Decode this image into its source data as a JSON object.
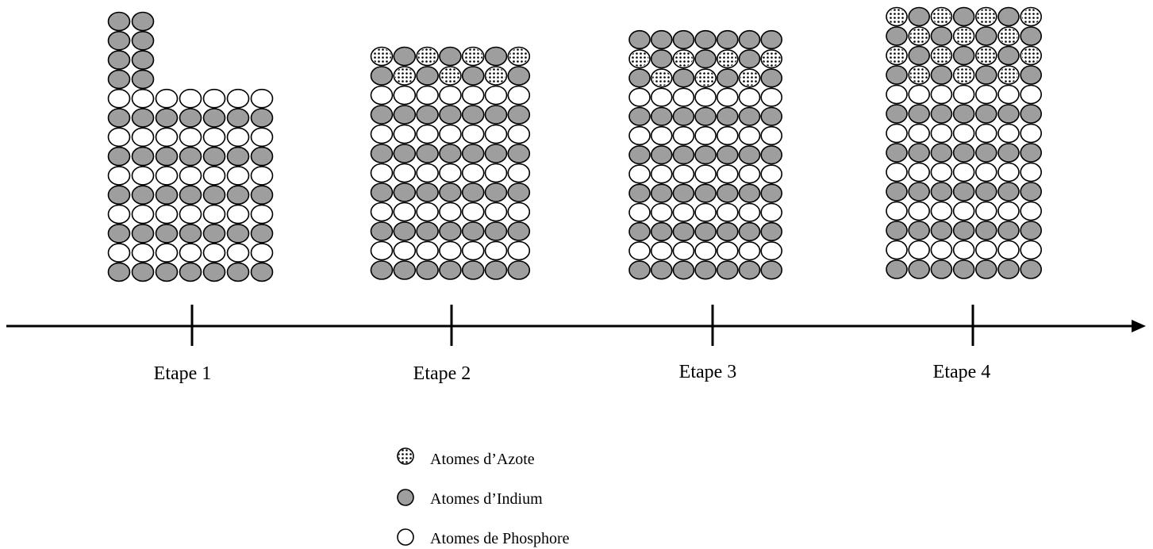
{
  "steps": [
    {
      "label": "Etape 1",
      "layers": [
        "In2",
        "In2",
        "In2",
        "In2",
        "P",
        "In",
        "P",
        "In",
        "P",
        "In",
        "P",
        "In",
        "P",
        "In"
      ]
    },
    {
      "label": "Etape 2",
      "layers": [
        "N",
        "N2",
        "P",
        "In",
        "P",
        "In",
        "P",
        "In",
        "P",
        "In",
        "P",
        "In"
      ]
    },
    {
      "label": "Etape 3",
      "layers": [
        "In",
        "N",
        "N2",
        "P",
        "In",
        "P",
        "In",
        "P",
        "In",
        "P",
        "In",
        "P",
        "In"
      ]
    },
    {
      "label": "Etape 4",
      "layers": [
        "N",
        "N2",
        "N",
        "N2",
        "P",
        "In",
        "P",
        "In",
        "P",
        "In",
        "P",
        "In",
        "P",
        "In"
      ]
    }
  ],
  "legend": [
    {
      "type": "N",
      "label": "Atomes d’Azote"
    },
    {
      "type": "In",
      "label": "Atomes d’Indium"
    },
    {
      "type": "P",
      "label": "Atomes de Phosphore"
    }
  ],
  "colors": {
    "indium": "#9e9e9e",
    "phosphore": "#ffffff",
    "azote": "#ffffff",
    "azote_dots": "#000000",
    "stroke": "#000000"
  }
}
